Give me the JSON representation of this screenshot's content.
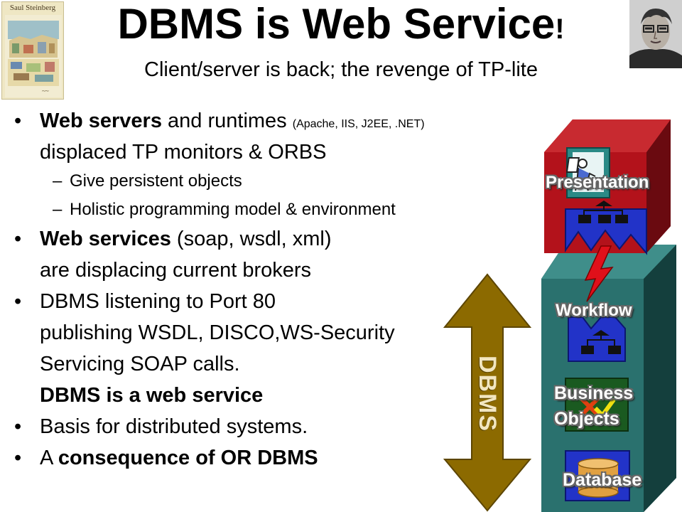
{
  "title": {
    "main": "DBMS is Web Service",
    "bang": "!"
  },
  "subtitle": "Client/server is back; the revenge of TP-lite",
  "book": {
    "author": "Saul Steinberg"
  },
  "bullets": [
    {
      "pre": "",
      "bold": "Web servers",
      "post": " and runtimes ",
      "small": "(Apache, IIS, J2EE, .NET)"
    },
    {
      "text": "displaced TP monitors & ORBS"
    },
    {
      "text": "Give persistent objects"
    },
    {
      "text": "Holistic programming model & environment"
    },
    {
      "bold": "Web services",
      "post": " (soap, wsdl, xml)"
    },
    {
      "text": "are displacing current brokers"
    },
    {
      "text": "DBMS listening to Port 80"
    },
    {
      "text": "publishing WSDL, DISCO,WS-Security"
    },
    {
      "text": "Servicing SOAP calls."
    },
    {
      "bold": "DBMS is a web service"
    },
    {
      "text": "Basis for distributed systems."
    },
    {
      "pre": "A ",
      "bold": "consequence of OR DBMS"
    }
  ],
  "bullet_glyph": "•",
  "dash_glyph": "–",
  "diagram": {
    "tiers": {
      "presentation": "Presentation",
      "workflow": "Workflow",
      "business_line1": "Business",
      "business_line2": "Objects",
      "database": "Database"
    },
    "dbms_arrow_label": "DBMS"
  },
  "colors": {
    "presentation_box": "#b3121b",
    "application_box": "#2a716e",
    "inner_module": "#2233c8",
    "dbms_arrow": "#8c6a00",
    "lightning": "#e0101a",
    "database_cylinder": "#e0a040"
  },
  "icons": [
    "book-cover-illustration",
    "portrait-photo",
    "person-at-monitor-icon",
    "lightning-bolt-icon",
    "checkmark-icon",
    "cross-icon",
    "database-cylinder-icon"
  ]
}
